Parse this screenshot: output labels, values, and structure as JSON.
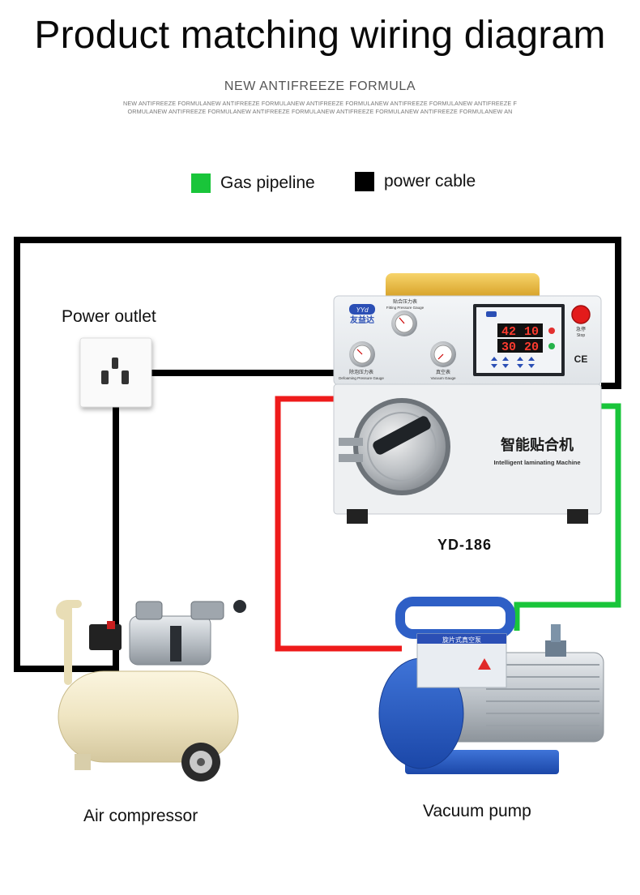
{
  "header": {
    "title": "Product matching wiring diagram",
    "subtitle": "NEW ANTIFREEZE FORMULA",
    "fine_print": "NEW ANTIFREEZE FORMULANEW ANTIFREEZE FORMULANEW ANTIFREEZE FORMULANEW ANTIFREEZE FORMULANEW ANTIFREEZE FORMULANEW ANTIFREEZE FORMULANEW ANTIFREEZE FORMULANEW ANTIFREEZE FORMULANEW ANTIFREEZE FORMULANEW AN"
  },
  "legend": {
    "items": [
      {
        "label": "Gas pipeline",
        "color": "#19c53a"
      },
      {
        "label": "power cable",
        "color": "#000000"
      }
    ]
  },
  "labels": {
    "power_outlet": "Power outlet",
    "air_compressor": "Air compressor",
    "vacuum_pump": "Vacuum pump",
    "model": "YD-186"
  },
  "machine": {
    "brand": "友益达",
    "brand_badge": "YYd",
    "name_zh": "智能贴合机",
    "name_en": "Intelligent laminating Machine",
    "display_top_left": "42",
    "display_top_right": "10",
    "display_bottom_left": "30",
    "display_bottom_right": "20",
    "gauge_top_zh": "贴合压力表",
    "gauge_top_en": "Fitting Pressure Gauge",
    "gauge_left_zh": "除泡压力表",
    "gauge_left_en": "Defoaming Pressure Gauge",
    "gauge_right_zh": "真空表",
    "gauge_right_en": "Vacuum Gauge",
    "stop_zh": "急停",
    "stop_en": "Stop",
    "ce_mark": "CE"
  },
  "pump": {
    "plate_zh": "旋片式真空泵"
  },
  "colors": {
    "power_cable": "#000000",
    "gas_pipeline": "#19c53a",
    "vacuum_line": "#ee1b1b"
  }
}
